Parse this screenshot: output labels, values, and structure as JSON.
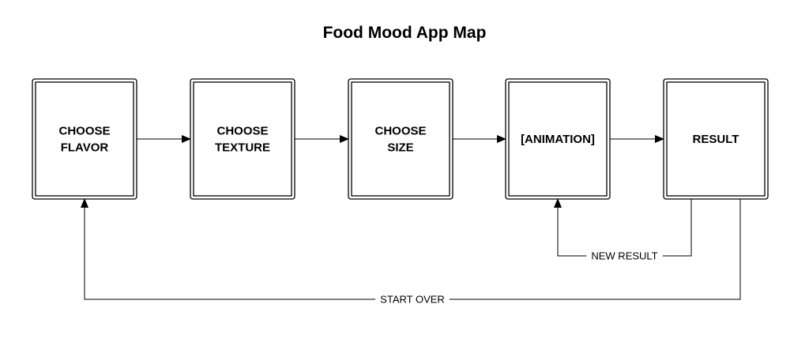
{
  "title": "Food Mood App Map",
  "nodes": [
    {
      "id": "flavor",
      "lines": [
        "CHOOSE",
        "FLAVOR"
      ]
    },
    {
      "id": "texture",
      "lines": [
        "CHOOSE",
        "TEXTURE"
      ]
    },
    {
      "id": "size",
      "lines": [
        "CHOOSE",
        "SIZE"
      ]
    },
    {
      "id": "animation",
      "lines": [
        "[ANIMATION]"
      ]
    },
    {
      "id": "result",
      "lines": [
        "RESULT"
      ]
    }
  ],
  "edges": [
    {
      "from": "flavor",
      "to": "texture"
    },
    {
      "from": "texture",
      "to": "size"
    },
    {
      "from": "size",
      "to": "animation"
    },
    {
      "from": "animation",
      "to": "result"
    },
    {
      "from": "result",
      "to": "animation",
      "label": "NEW RESULT"
    },
    {
      "from": "result",
      "to": "flavor",
      "label": "START OVER"
    }
  ],
  "colors": {
    "stroke": "#000000",
    "background": "#ffffff"
  }
}
